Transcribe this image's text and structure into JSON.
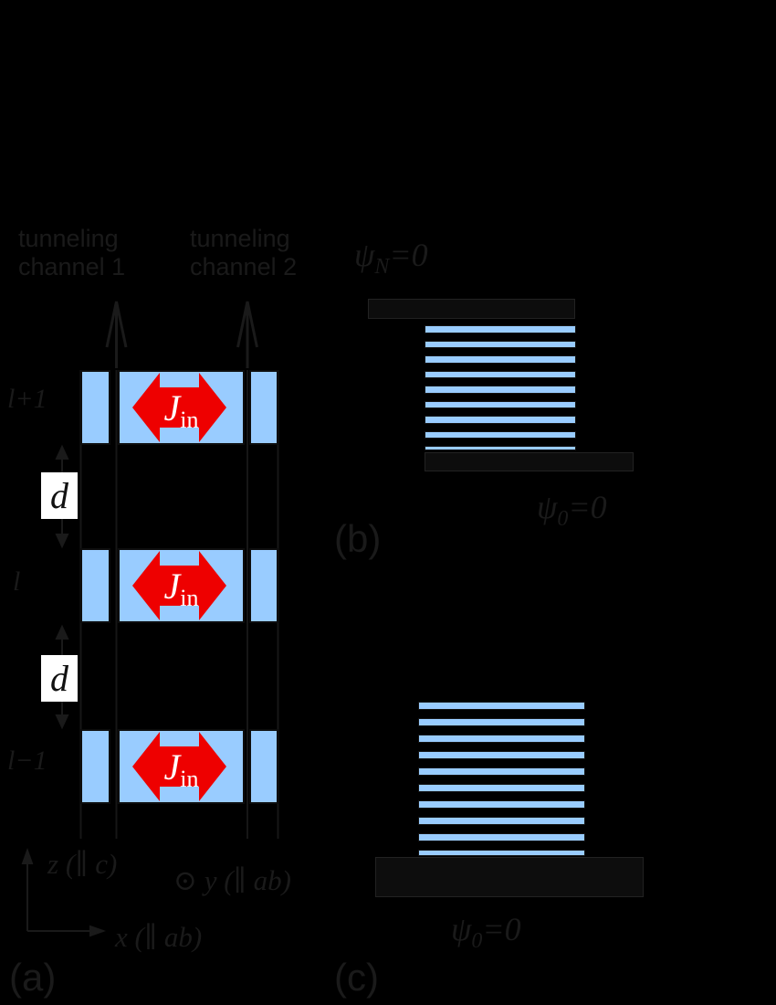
{
  "colors": {
    "background": "#000000",
    "layer_blue": "#99ccff",
    "arrow_red": "#ee0000",
    "faint_ink": "#1a1a1a",
    "electrode_fill": "#0d0d0d",
    "current_label_white": "#ffffff"
  },
  "panel_a": {
    "label": "(a)",
    "channel_labels": [
      {
        "line1": "tunneling",
        "line2": "channel 1"
      },
      {
        "line1": "tunneling",
        "line2": "channel 2"
      }
    ],
    "layer_rows": [
      {
        "index_label": "l+1",
        "current_label": {
          "main": "J",
          "sub": "in"
        }
      },
      {
        "index_label": "l",
        "current_label": {
          "main": "J",
          "sub": "in"
        }
      },
      {
        "index_label": "l−1",
        "current_label": {
          "main": "J",
          "sub": "in"
        }
      }
    ],
    "spacing_labels": [
      "d",
      "d"
    ],
    "axes": {
      "z_label": "z (∥ c)",
      "y_label": "⊙ y (∥ ab)",
      "x_label": "x (∥ ab)"
    }
  },
  "panel_b": {
    "label": "(b)",
    "layer_count": 9,
    "top_boundary": {
      "symbol": "ψ",
      "sub": "N",
      "rest": "=0"
    },
    "bottom_boundary": {
      "symbol": "ψ",
      "sub": "0",
      "rest": "=0"
    }
  },
  "panel_c": {
    "label": "(c)",
    "layer_count": 10,
    "bottom_boundary": {
      "symbol": "ψ",
      "sub": "0",
      "rest": "=0"
    }
  }
}
